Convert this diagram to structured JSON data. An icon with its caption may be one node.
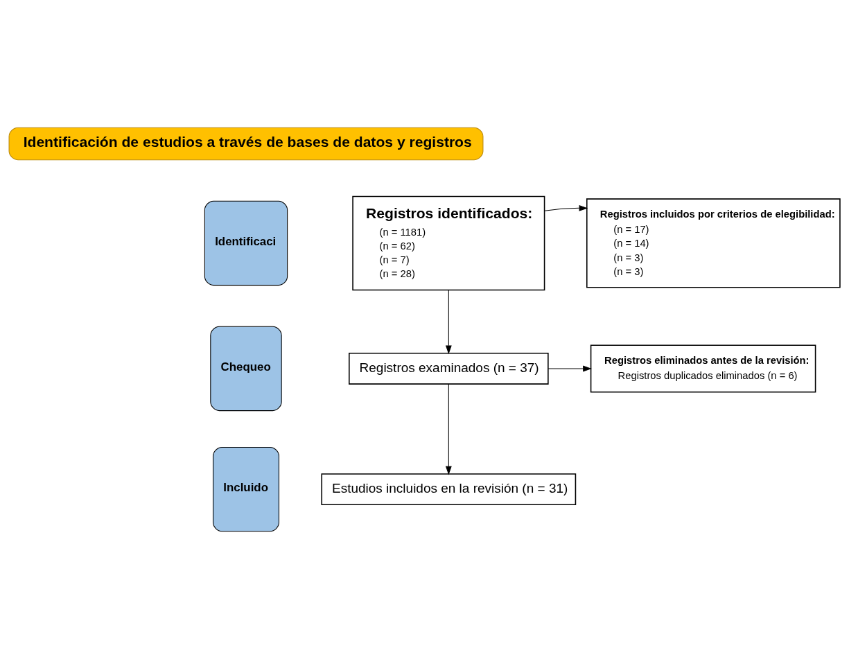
{
  "diagram": {
    "nodes": [
      {
        "text": [
          "Identificación de estudios a través de bases de datos y registros"
        ]
      },
      {
        "text": [
          "Identificaci"
        ]
      },
      {
        "text": [
          "Chequeo"
        ]
      },
      {
        "text": [
          "Incluido"
        ]
      },
      {
        "text": [
          "Registros identificados:",
          "(n = 1181)",
          "(n = 62)",
          "(n = 7)",
          "(n = 28)"
        ]
      },
      {
        "text": [
          "Registros incluidos por criterios de elegibilidad:",
          "(n = 17)",
          "(n = 14)",
          "(n = 3)",
          "(n = 3)"
        ]
      },
      {
        "text": [
          "Registros examinados (n = 37)"
        ]
      },
      {
        "text": [
          "Registros eliminados antes de la revisión:",
          "Registros duplicados eliminados (n = 6)"
        ]
      },
      {
        "text": [
          "Estudios incluidos en la revisión (n = 31)"
        ]
      }
    ],
    "edges": [
      {
        "from": 4,
        "to": 5,
        "arrow": "to"
      },
      {
        "from": 4,
        "to": 6,
        "arrow": "to"
      },
      {
        "from": 6,
        "to": 7,
        "arrow": "to"
      },
      {
        "from": 6,
        "to": 8,
        "arrow": "to"
      }
    ]
  }
}
